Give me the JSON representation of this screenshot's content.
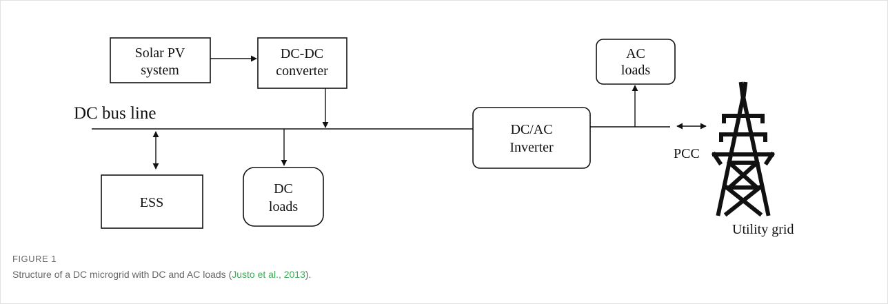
{
  "diagram": {
    "nodes": {
      "solar_pv": [
        "Solar PV",
        "system"
      ],
      "dcdc": [
        "DC-DC",
        "converter"
      ],
      "ess": [
        "ESS"
      ],
      "dc_loads": [
        "DC",
        "loads"
      ],
      "inverter": [
        "DC/AC",
        "Inverter"
      ],
      "ac_loads": [
        "AC",
        "loads"
      ]
    },
    "bus_label": "DC bus line",
    "pcc_label": "PCC",
    "grid_label": "Utility grid"
  },
  "figure": {
    "label": "FIGURE 1",
    "caption_text": "Structure of a DC microgrid with DC and AC loads (",
    "citation": "Justo et al., 2013",
    "caption_end": ")."
  },
  "colors": {
    "citation": "#3cac58",
    "caption": "#666666",
    "diagram_stroke": "#111111"
  }
}
